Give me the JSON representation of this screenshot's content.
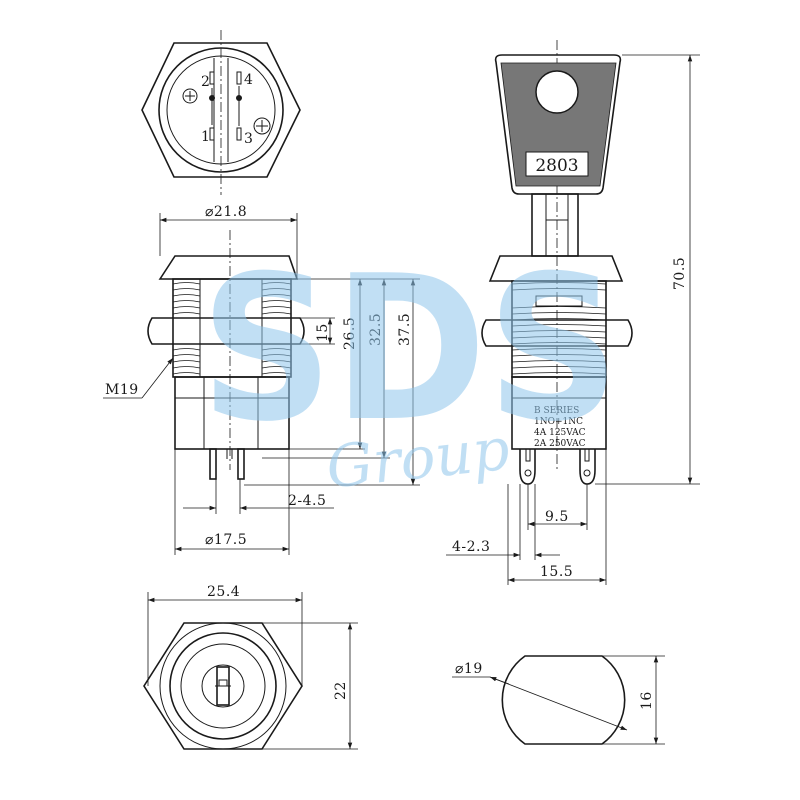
{
  "diagram": {
    "top_view": {
      "pin_labels": [
        "1",
        "2",
        "3",
        "4"
      ]
    },
    "side_view": {
      "dimensions": {
        "flange_diameter": "⌀21.8",
        "d15": "15",
        "d26_5": "26.5",
        "d32_5": "32.5",
        "d37_5": "37.5",
        "thread": "M19",
        "terminal": "2-4.5",
        "body_diameter": "⌀17.5"
      }
    },
    "key_view": {
      "key_number": "2803",
      "body_marking": [
        "B SERIES",
        "1NO+1NC",
        "4A 125VAC",
        "2A 250VAC"
      ],
      "dimensions": {
        "total_length": "70.5",
        "pin_spacing": "9.5",
        "terminal": "4-2.3",
        "width": "15.5"
      }
    },
    "nut_view": {
      "dimensions": {
        "across_corners": "25.4",
        "across_flats": "22"
      }
    },
    "cutout_view": {
      "dimensions": {
        "diameter": "⌀19",
        "flat": "16"
      }
    },
    "watermark": {
      "brand": "SDS",
      "sub": "Group",
      "color": "#8fc6ec"
    }
  }
}
